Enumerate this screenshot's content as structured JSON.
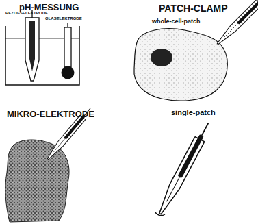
{
  "diagram": {
    "labels": [
      "pH-MESSUNG",
      "BEZUGSELEKTRODE",
      "GLASELEKTRODE",
      "PATCH-CLAMP",
      "whole-cell-patch",
      "MIKRO-ELEKTRODE",
      "single-patch"
    ]
  }
}
